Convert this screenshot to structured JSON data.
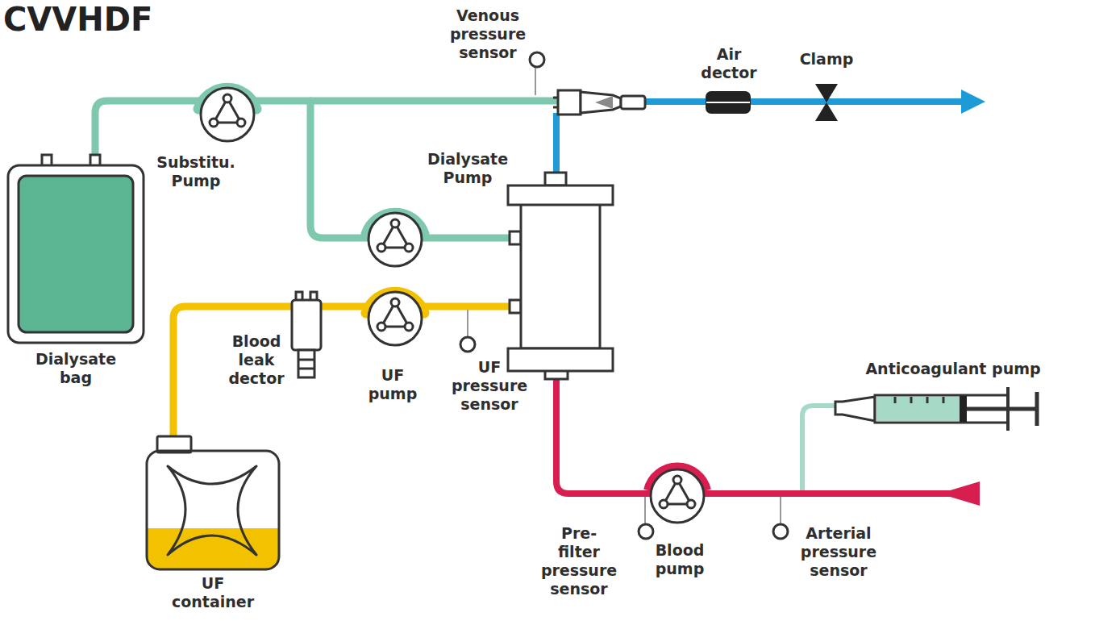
{
  "diagram": {
    "title": "CVVHDF",
    "labels": [
      "Venous pressure sensor",
      "Air dector",
      "Clamp",
      "Substitu. Pump",
      "Dialysate Pump",
      "Dialysate bag",
      "Blood leak dector",
      "UF pump",
      "UF pressure sensor",
      "Anticoagulant pump",
      "UF container",
      "Pre-filter pressure sensor",
      "Blood pump",
      "Arterial pressure sensor"
    ]
  }
}
